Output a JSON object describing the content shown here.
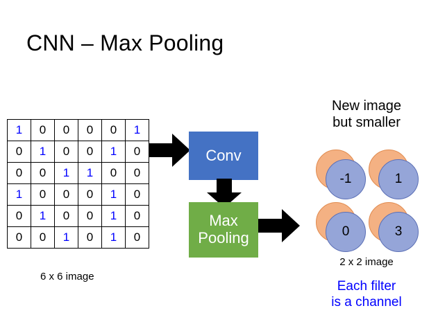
{
  "slide": {
    "title": "CNN – Max Pooling",
    "background": "#ffffff"
  },
  "colors": {
    "conv_box_fill": "#4472C4",
    "pool_box_fill": "#70AD47",
    "box_text": "#ffffff",
    "arrow_fill": "#000000",
    "circle_back_fill": "#F4B183",
    "circle_back_stroke": "#E08A4E",
    "circle_front_fill": "#95A5D8",
    "circle_front_stroke": "#5B6FB5",
    "digit_one": "#0000ff",
    "digit_zero": "#000000",
    "note_text": "#0000ff",
    "grid_line": "#000000"
  },
  "input_matrix": {
    "caption": "6 x 6 image",
    "rows": 6,
    "cols": 6,
    "values": [
      [
        "1",
        "0",
        "0",
        "0",
        "0",
        "1"
      ],
      [
        "0",
        "1",
        "0",
        "0",
        "1",
        "0"
      ],
      [
        "0",
        "0",
        "1",
        "1",
        "0",
        "0"
      ],
      [
        "1",
        "0",
        "0",
        "0",
        "1",
        "0"
      ],
      [
        "0",
        "1",
        "0",
        "0",
        "1",
        "0"
      ],
      [
        "0",
        "0",
        "1",
        "0",
        "1",
        "0"
      ]
    ]
  },
  "pipeline": {
    "conv_label": "Conv",
    "pool_label_line1": "Max",
    "pool_label_line2": "Pooling",
    "arrow_grid_to_conv": "arrow-right-icon",
    "arrow_conv_to_pool": "arrow-down-icon",
    "arrow_pool_to_output": "arrow-right-icon"
  },
  "output": {
    "heading_line1": "New image",
    "heading_line2": "but smaller",
    "caption": "2 x 2 image",
    "note_line1": "Each filter",
    "note_line2": "is a channel",
    "feature_map": {
      "rows": 2,
      "cols": 2,
      "values": [
        [
          "-1",
          "1"
        ],
        [
          "0",
          "3"
        ]
      ],
      "flat": [
        "-1",
        "1",
        "0",
        "3"
      ]
    }
  }
}
